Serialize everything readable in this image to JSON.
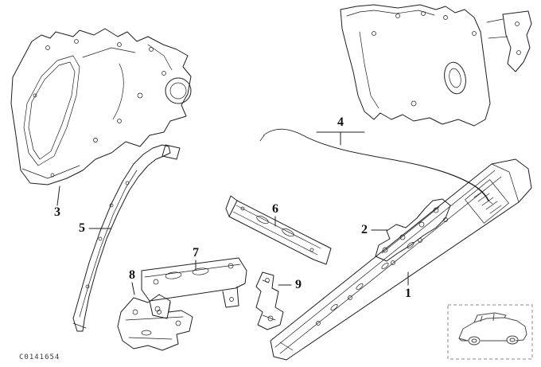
{
  "page": {
    "background": "#ffffff",
    "line_color": "#1f1f1f"
  },
  "diagram": {
    "callouts": [
      {
        "label": "1"
      },
      {
        "label": "2"
      },
      {
        "label": "3"
      },
      {
        "label": "4"
      },
      {
        "label": "5"
      },
      {
        "label": "6"
      },
      {
        "label": "7"
      },
      {
        "label": "8"
      },
      {
        "label": "9"
      }
    ],
    "footer_code": "C0141654"
  },
  "inset": {
    "icon": "car-thumbnail-icon"
  }
}
